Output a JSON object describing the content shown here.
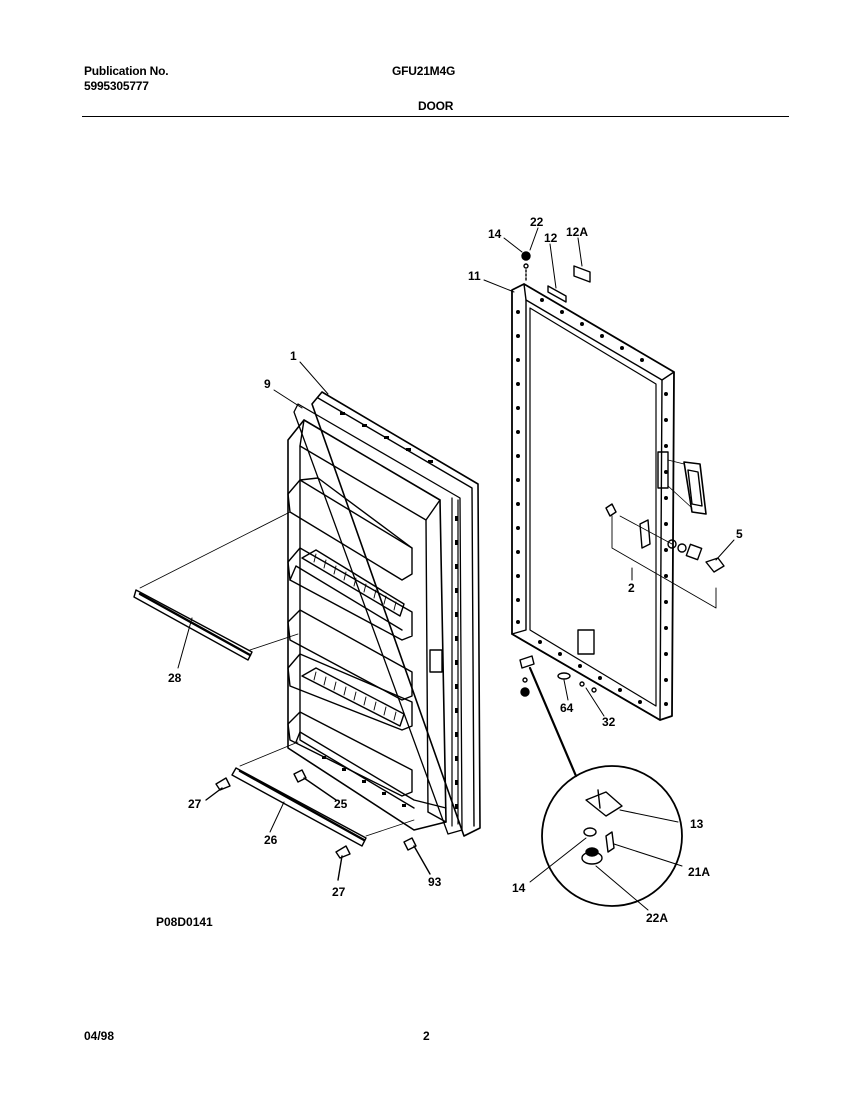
{
  "header": {
    "publication_label": "Publication No.",
    "publication_number": "5995305777",
    "model": "GFU21M4G",
    "section_title": "DOOR"
  },
  "callouts": {
    "c1": "1",
    "c9": "9",
    "c28": "28",
    "c27a": "27",
    "c25": "25",
    "c26": "26",
    "c27b": "27",
    "c93": "93",
    "c14a": "14",
    "c22": "22",
    "c12": "12",
    "c12a": "12A",
    "c11": "11",
    "c5": "5",
    "c2": "2",
    "c64": "64",
    "c32": "32",
    "c13": "13",
    "c14b": "14",
    "c21a": "21A",
    "c22a": "22A"
  },
  "footer": {
    "figure_code": "P08D0141",
    "date": "04/98",
    "page_number": "2"
  }
}
